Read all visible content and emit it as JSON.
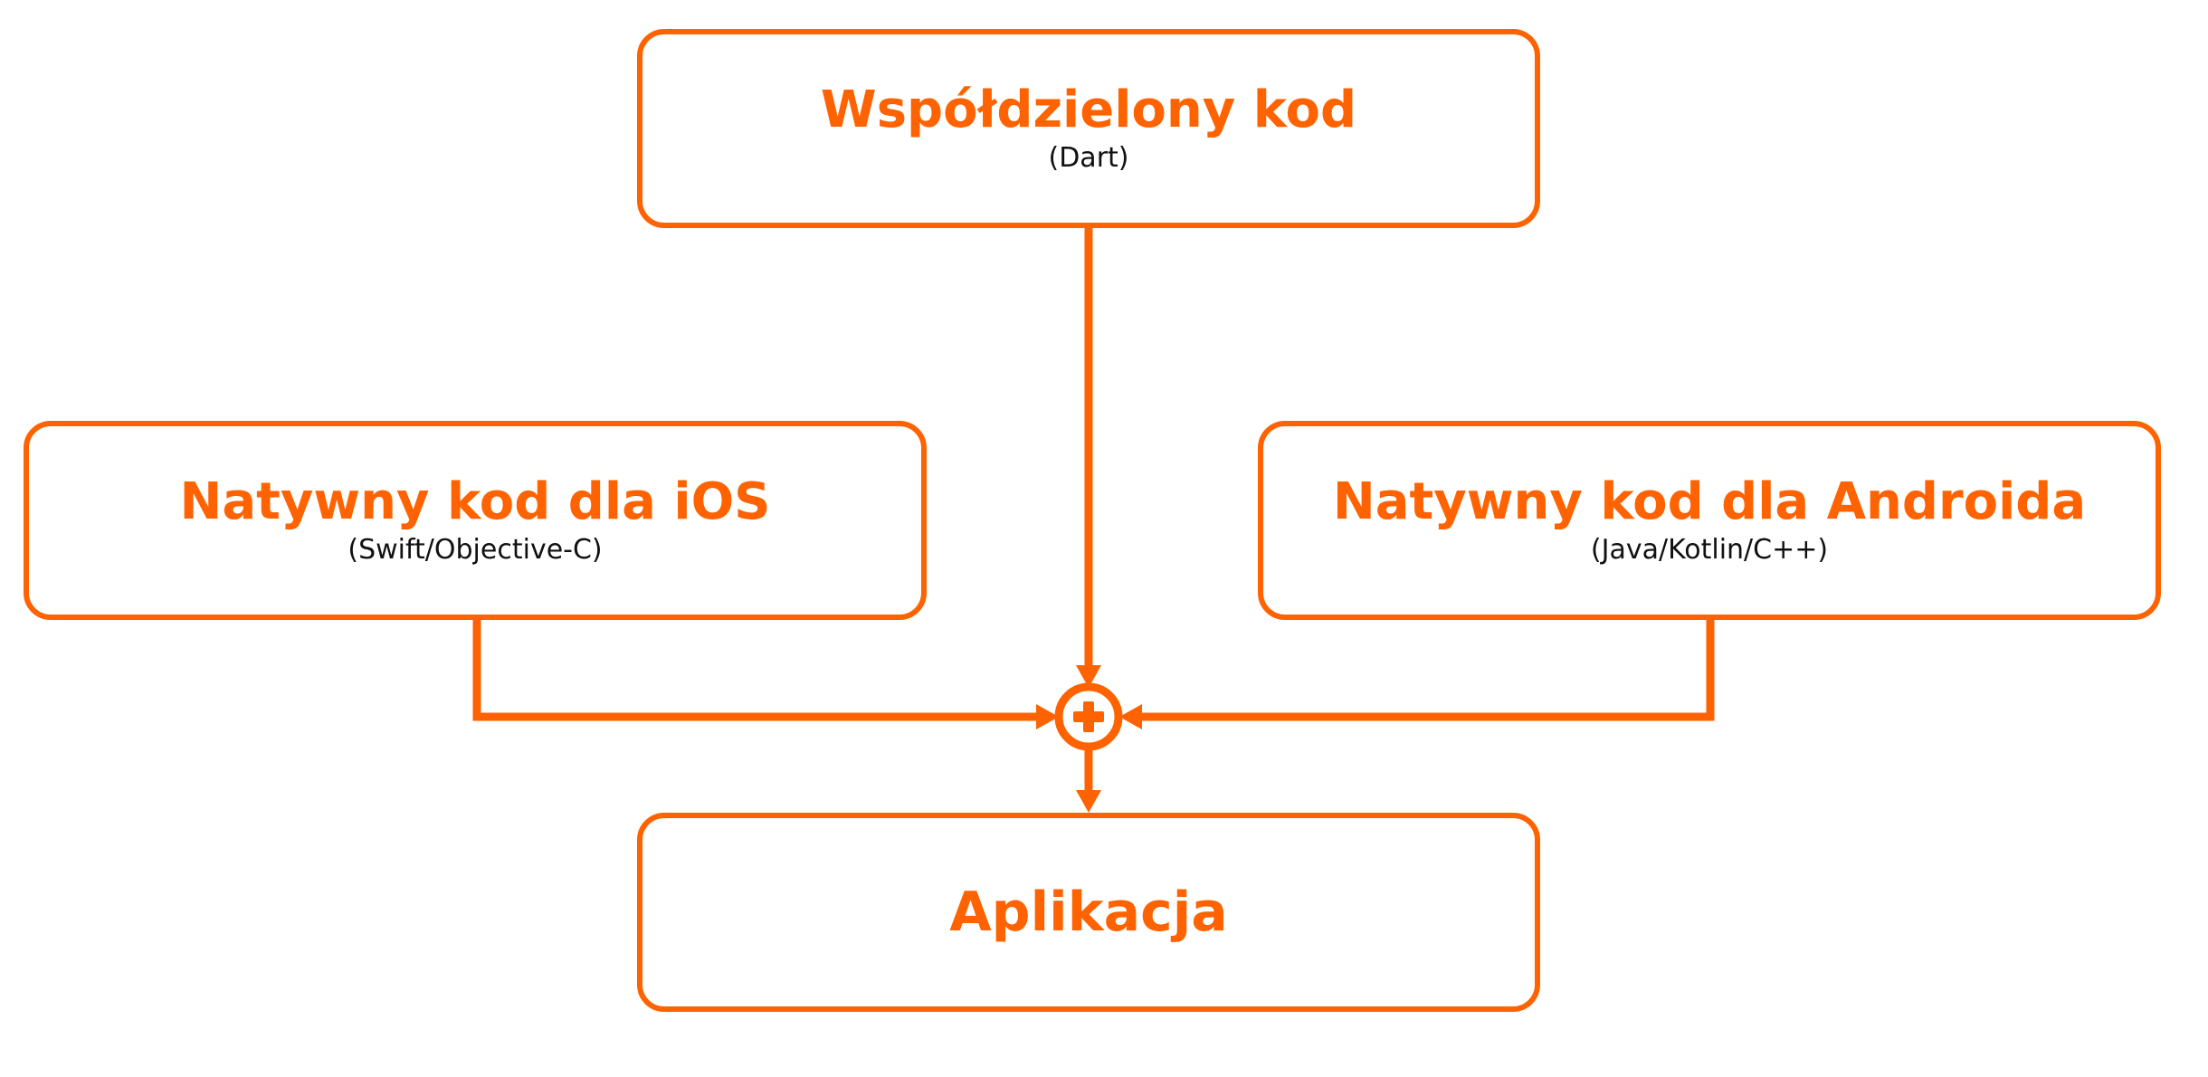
{
  "diagram": {
    "accent_color": "#FF6200",
    "shared": {
      "title": "Współdzielony kod",
      "subtitle": "(Dart)"
    },
    "ios": {
      "title": "Natywny kod dla iOS",
      "subtitle": "(Swift/Objective-C)"
    },
    "android": {
      "title": "Natywny kod dla Androida",
      "subtitle": "(Java/Kotlin/C++)"
    },
    "app": {
      "title": "Aplikacja"
    },
    "combine_node_icon": "plus-icon",
    "connections": [
      {
        "from": "shared",
        "to": "combine-node"
      },
      {
        "from": "ios",
        "to": "combine-node"
      },
      {
        "from": "android",
        "to": "combine-node"
      },
      {
        "from": "combine-node",
        "to": "app"
      }
    ]
  }
}
